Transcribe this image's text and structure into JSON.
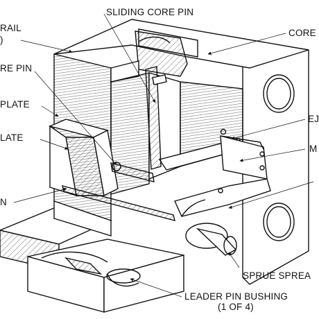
{
  "labels": {
    "sliding_core_pin": "SLIDING CORE PIN",
    "core": "CORE",
    "rail": "RAIL",
    "rail_sub": ")",
    "core_pin": "RE PIN",
    "plate_a": "PLATE",
    "plate_b": "LATE",
    "ejector": "EJ",
    "mold": "M",
    "pin": "N",
    "sprue_spreader": "SPRUE SPREA",
    "leader_pin_bushing": "LEADER PIN BUSHING",
    "leader_pin_bushing_qty": "(1 OF 4)"
  }
}
